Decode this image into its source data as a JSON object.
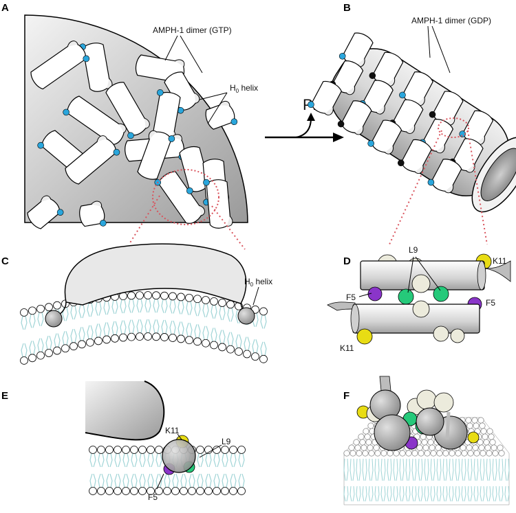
{
  "panels": {
    "a": {
      "letter": "A",
      "dimer_label": "AMPH-1 dimer (GTP)",
      "helix_label": "H",
      "helix_sub": "0",
      "helix_word": " helix"
    },
    "b": {
      "letter": "B",
      "dimer_label": "AMPH-1 dimer (GDP)"
    },
    "arrow": {
      "label": "Pi"
    },
    "c": {
      "letter": "C",
      "helix_label": "H",
      "helix_sub": "0",
      "helix_word": " helix"
    },
    "d": {
      "letter": "D",
      "labels": [
        "L9",
        "K11",
        "F5",
        "F5",
        "K11"
      ]
    },
    "e": {
      "letter": "E",
      "labels": [
        "K11",
        "L9",
        "F5"
      ]
    },
    "f": {
      "letter": "F"
    }
  },
  "colors": {
    "gtp_dot": "#2aa6dc",
    "gdp_dot": "#111111",
    "lipid_tail": "#9fd4d6",
    "k11": "#e8dc14",
    "f5": "#8a35c9",
    "l9": "#25c97a",
    "bead": "#ecebdc",
    "protein": "#bdbdbd",
    "guide_line": "#d9535c"
  }
}
